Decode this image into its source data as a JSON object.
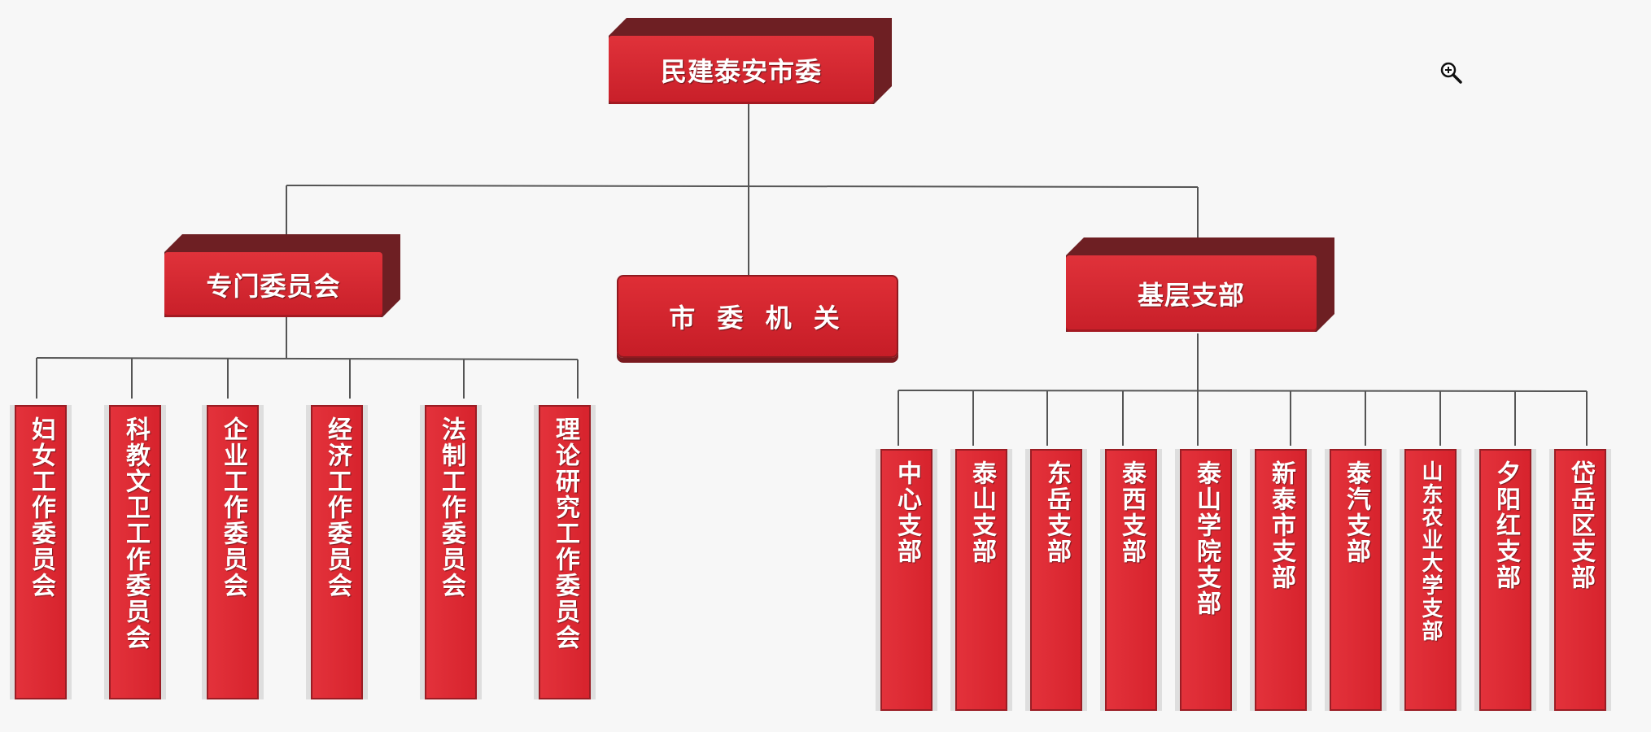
{
  "root": {
    "label": "民建泰安市委"
  },
  "level2": {
    "left": "专门委员会",
    "center": "市 委 机 关",
    "right": "基层支部"
  },
  "committees": [
    "妇女工作委员会",
    "科教文卫工作委员会",
    "企业工作委员会",
    "经济工作委员会",
    "法制工作委员会",
    "理论研究工作委员会"
  ],
  "branches": [
    "中心支部",
    "泰山支部",
    "东岳支部",
    "泰西支部",
    "泰山学院支部",
    "新泰市支部",
    "泰汽支部",
    "山东农业大学支部",
    "夕阳红支部",
    "岱岳区支部"
  ],
  "icons": {
    "zoom": "zoom-in-icon"
  },
  "colors": {
    "box_red": "#d7232d",
    "box_dark": "#6e1f23",
    "line": "#555555"
  }
}
